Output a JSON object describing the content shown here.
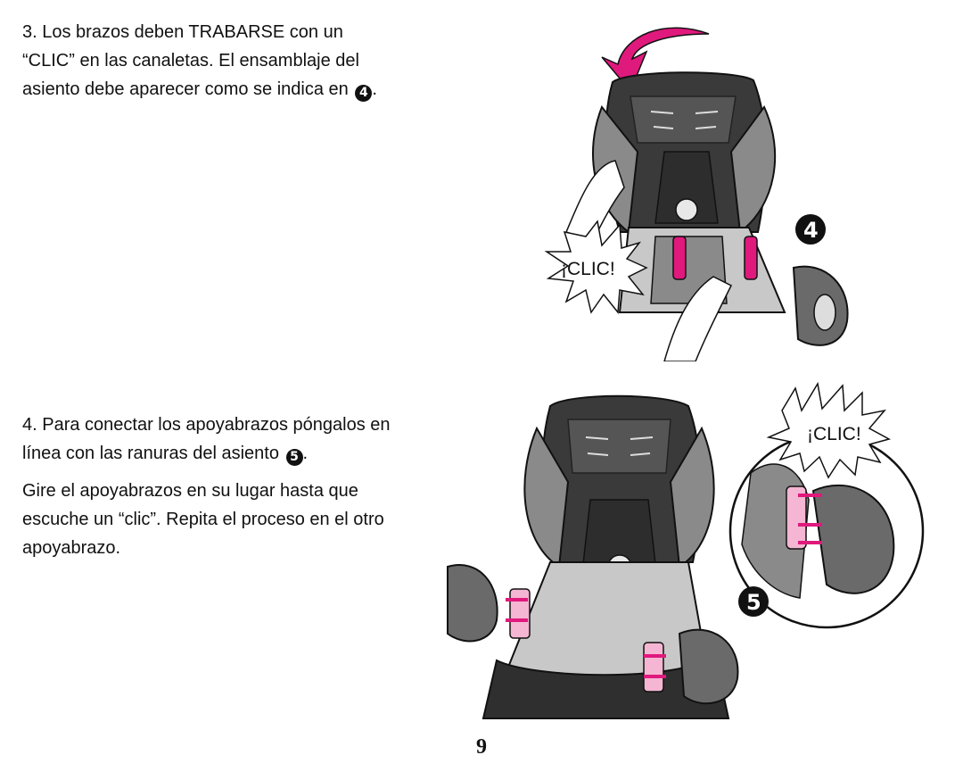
{
  "step3": {
    "line1": "3. Los brazos deben TRABARSE con un",
    "line2": "“CLIC” en las canaletas. El ensamblaje del",
    "line3": "asiento debe aparecer como se indica en",
    "ref": "4",
    "end": "."
  },
  "step4": {
    "line1": "4. Para conectar los apoyabrazos póngalos en",
    "line2": "línea con las ranuras del asiento",
    "ref": "5",
    "end": ".",
    "line3": "Gire el apoyabrazos en su lugar hasta que",
    "line4": "escuche un “clic”. Repita el proceso en el otro",
    "line5": "apoyabrazo."
  },
  "figure4": {
    "badge": "4",
    "clic": "¡CLIC!"
  },
  "figure5": {
    "badge": "5",
    "clic": "¡CLIC!"
  },
  "page_number": "9",
  "colors": {
    "accent_magenta": "#e0197d",
    "seat_dark": "#3a3a3a",
    "seat_mid": "#8a8a8a",
    "seat_light": "#c8c8c8"
  }
}
